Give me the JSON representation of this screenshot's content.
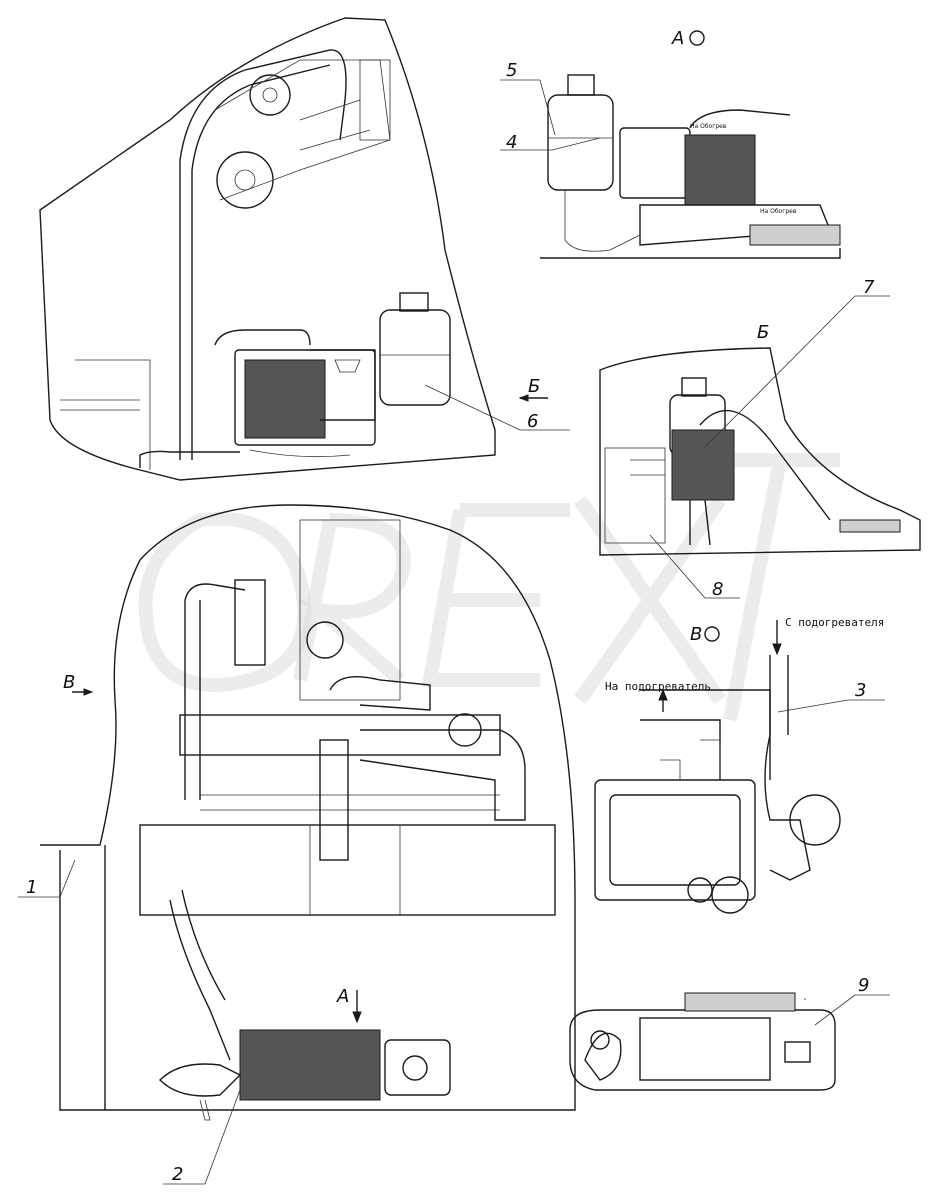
{
  "views": {
    "a": "А",
    "b": "Б",
    "v": "В"
  },
  "callouts": [
    "1",
    "2",
    "3",
    "4",
    "5",
    "6",
    "7",
    "8",
    "9"
  ],
  "notes": {
    "from_heater": "С подогревателя",
    "to_heater": "На подогреватель"
  },
  "watermark": "OREX",
  "colors": {
    "line": "#1a1a1a",
    "background": "#ffffff",
    "watermark": "#dcdcdc"
  }
}
